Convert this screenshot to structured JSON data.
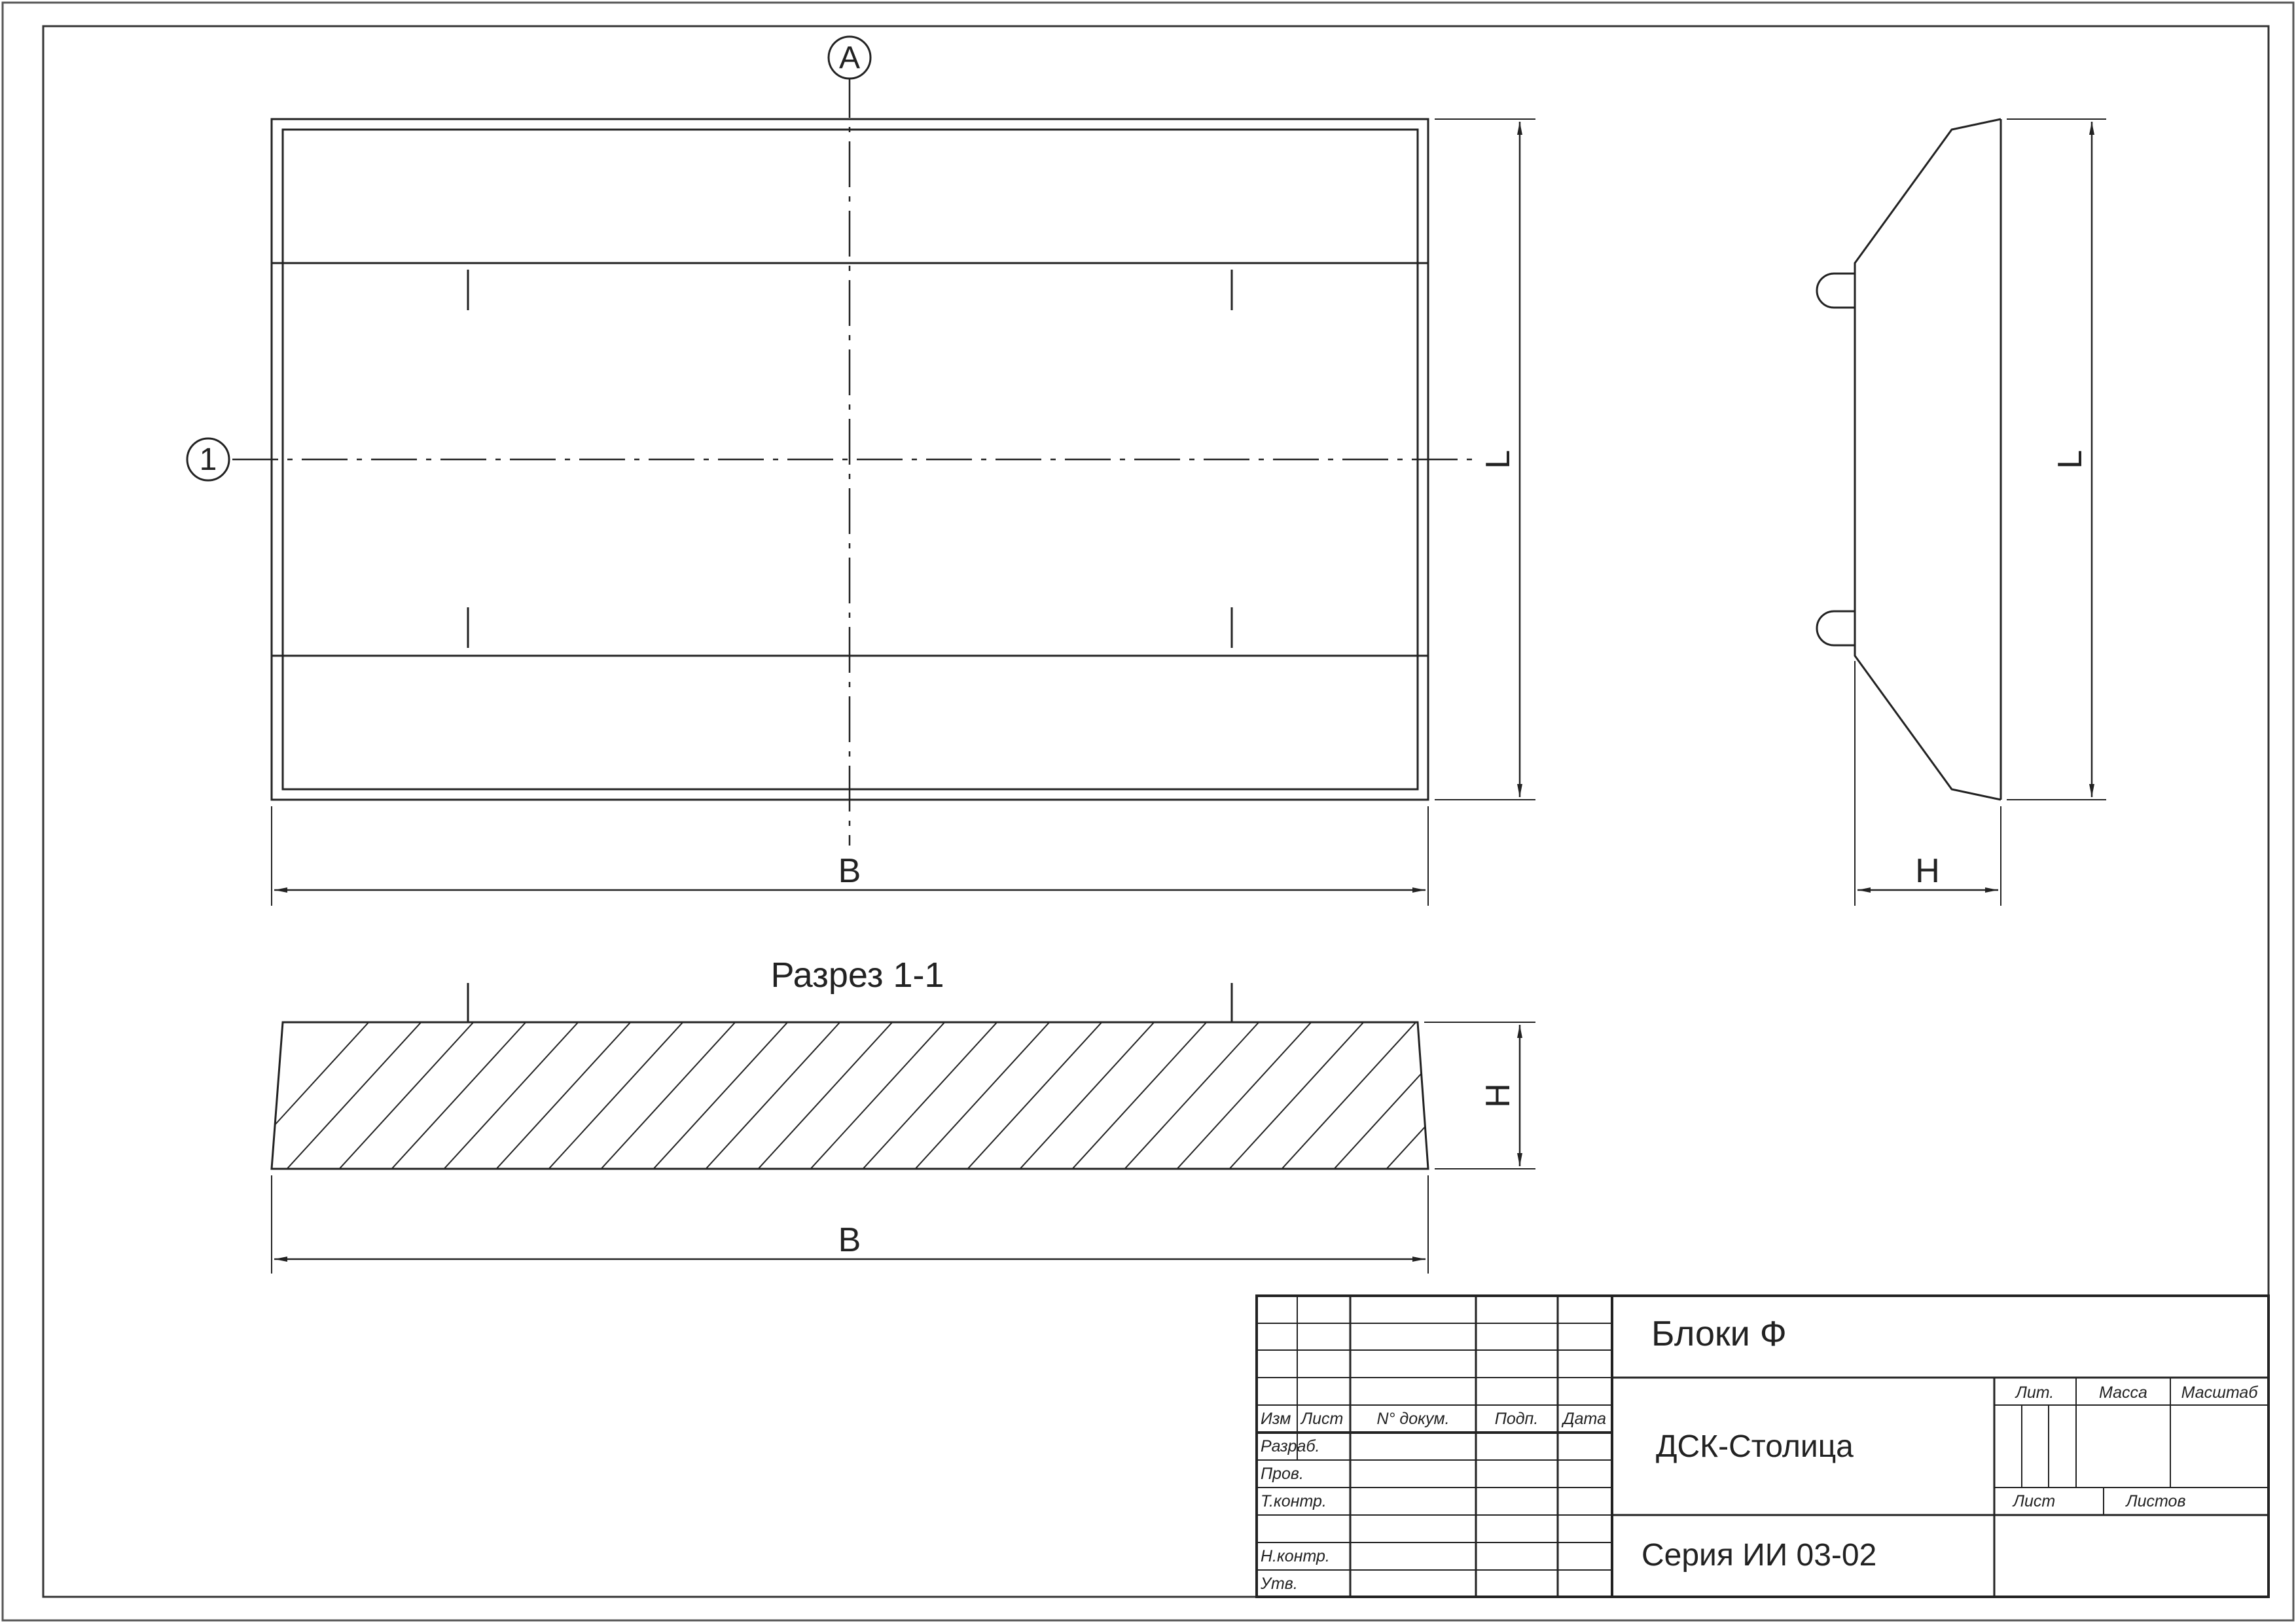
{
  "axes": {
    "vertical_marker": "A",
    "horizontal_marker": "1"
  },
  "dimensions": {
    "plan_width": "B",
    "plan_length": "L",
    "side_height": "H",
    "side_length": "L",
    "section_height": "H",
    "section_width": "B"
  },
  "section_title": "Разрез 1-1",
  "title_block": {
    "headers": {
      "izm": "Изм",
      "list": "Лист",
      "doc_no": "N° докум.",
      "sign": "Подп.",
      "date": "Дата"
    },
    "roles": [
      "Разраб.",
      "Пров.",
      "Т.контр.",
      "",
      "Н.контр.",
      "Утв."
    ],
    "product_name": "Блоки Ф",
    "organization": "ДСК-Столица",
    "series": "Серия ИИ 03-02",
    "lit_label": "Лит.",
    "mass_label": "Масса",
    "scale_label": "Масштаб",
    "sheet_label": "Лист",
    "sheets_label": "Листов"
  }
}
